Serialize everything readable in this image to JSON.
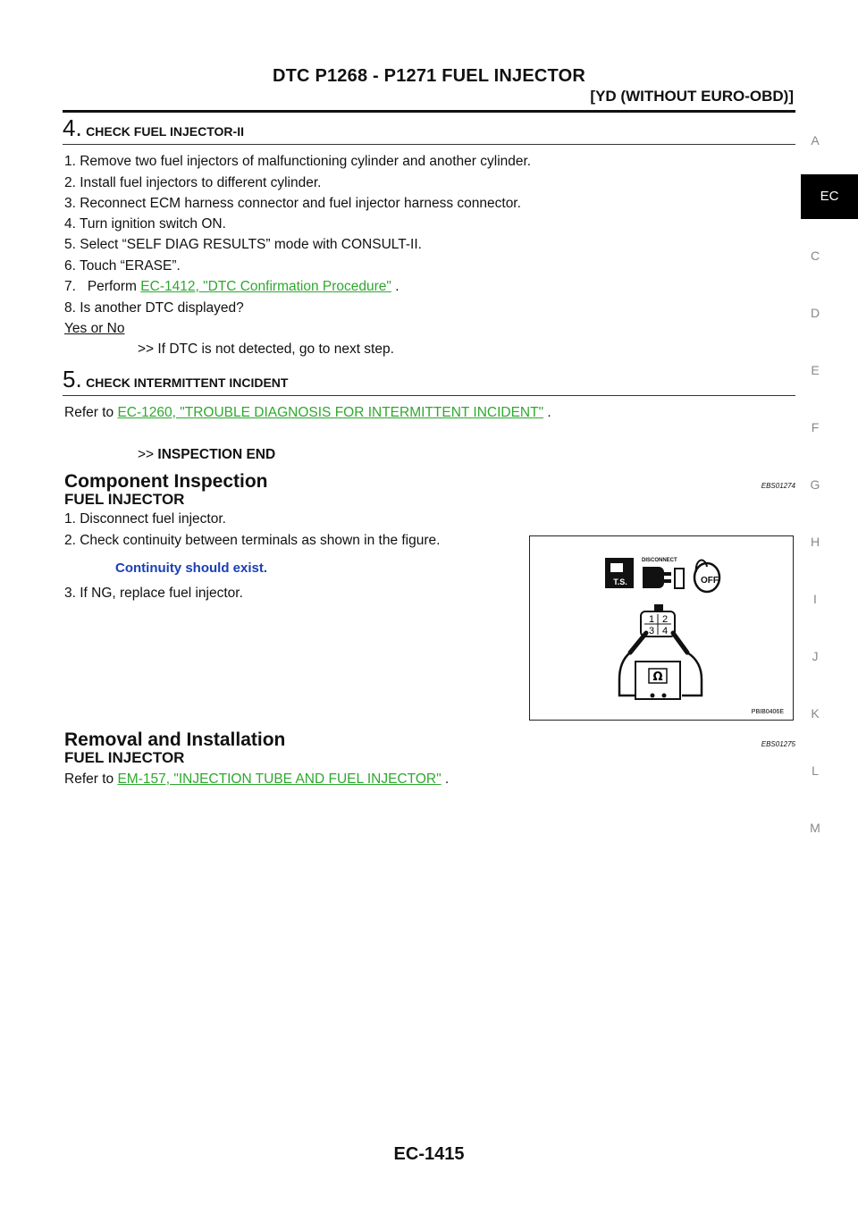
{
  "header": {
    "title": "DTC P1268 - P1271 FUEL INJECTOR",
    "subtitle": "[YD (WITHOUT EURO-OBD)]"
  },
  "section4": {
    "num": "4.",
    "title": "CHECK FUEL INJECTOR-II",
    "steps": [
      "1.   Remove two fuel injectors of malfunctioning cylinder and another cylinder.",
      "2.   Install fuel injectors to different cylinder.",
      "3.   Reconnect ECM harness connector and fuel injector harness connector.",
      "4.   Turn ignition switch ON.",
      "5.   Select “SELF DIAG RESULTS” mode with CONSULT-II.",
      "6.   Touch “ERASE”."
    ],
    "step7_prefix": "7.   Perform ",
    "step7_link": "EC-1412, \"DTC Confirmation Procedure\"",
    "step7_suffix": " .",
    "step8": "8.   Is another DTC displayed?",
    "yes_or_no": "Yes or No",
    "result": ">> If DTC is not detected, go to next step."
  },
  "section5": {
    "num": "5.",
    "title": "CHECK INTERMITTENT INCIDENT",
    "refer_prefix": "Refer to ",
    "refer_link": "EC-1260, \"TROUBLE DIAGNOSIS FOR INTERMITTENT INCIDENT\"",
    "refer_suffix": " .",
    "result_arrow": ">> ",
    "result_text": "INSPECTION END"
  },
  "component": {
    "heading": "Component Inspection",
    "code": "EBS01274",
    "subheading": "FUEL INJECTOR",
    "step1": "1.   Disconnect fuel injector.",
    "step2": "2.   Check continuity between terminals as shown in the figure.",
    "spec": "Continuity should exist.",
    "step3": "3.   If NG, replace fuel injector."
  },
  "figure": {
    "disconnect_label": "DISCONNECT",
    "ts_label": "T.S.",
    "off_label": "OFF",
    "terminals": [
      "1",
      "2",
      "3",
      "4"
    ],
    "ohm": "Ω",
    "fig_code": "PBIB0406E"
  },
  "removal": {
    "heading": "Removal and Installation",
    "code": "EBS01275",
    "subheading": "FUEL INJECTOR",
    "refer_prefix": "Refer to ",
    "refer_link": "EM-157, \"INJECTION TUBE AND FUEL INJECTOR\"",
    "refer_suffix": " ."
  },
  "side_index": [
    "A",
    "EC",
    "C",
    "D",
    "E",
    "F",
    "G",
    "H",
    "I",
    "J",
    "K",
    "L",
    "M"
  ],
  "footer": {
    "page": "EC-1415"
  }
}
